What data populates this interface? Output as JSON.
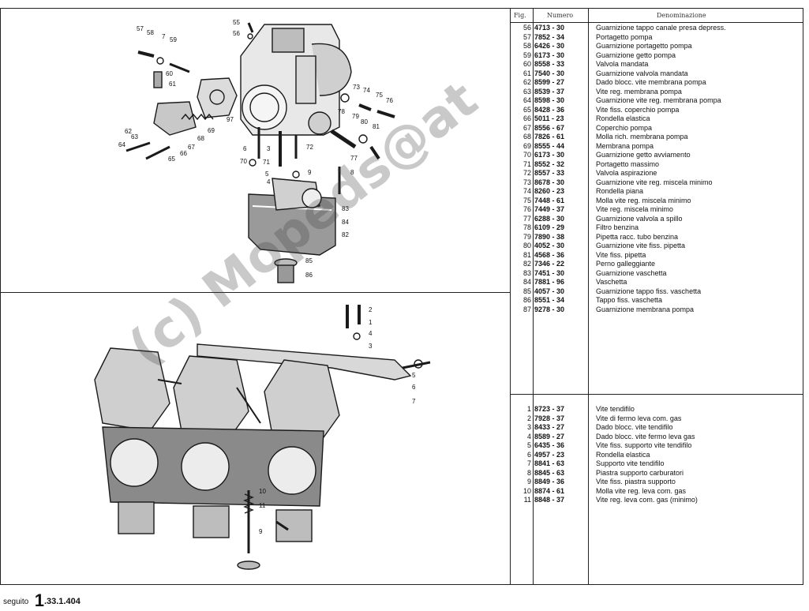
{
  "table": {
    "headers": {
      "fig": "Fig.",
      "numero": "Numero",
      "denominazione": "Denominazione"
    },
    "upper_rows": [
      {
        "fig": "56",
        "num": "4713 - 30",
        "desc": "Guarnizione tappo canale presa depress."
      },
      {
        "fig": "57",
        "num": "7852 - 34",
        "desc": "Portagetto pompa"
      },
      {
        "fig": "58",
        "num": "6426 - 30",
        "desc": "Guarnizione portagetto pompa"
      },
      {
        "fig": "59",
        "num": "6173 - 30",
        "desc": "Guarnizione getto pompa"
      },
      {
        "fig": "60",
        "num": "8558 - 33",
        "desc": "Valvola mandata"
      },
      {
        "fig": "61",
        "num": "7540 - 30",
        "desc": "Guarnizione valvola mandata"
      },
      {
        "fig": "62",
        "num": "8599 - 27",
        "desc": "Dado blocc. vite membrana pompa"
      },
      {
        "fig": "63",
        "num": "8539 - 37",
        "desc": "Vite reg. membrana pompa"
      },
      {
        "fig": "64",
        "num": "8598 - 30",
        "desc": "Guarnizione vite reg. membrana pompa"
      },
      {
        "fig": "65",
        "num": "8428 - 36",
        "desc": "Vite fiss. coperchio pompa"
      },
      {
        "fig": "66",
        "num": "5011 - 23",
        "desc": "Rondella elastica"
      },
      {
        "fig": "67",
        "num": "8556 - 67",
        "desc": "Coperchio pompa"
      },
      {
        "fig": "68",
        "num": "7826 - 61",
        "desc": "Molla rich. membrana pompa"
      },
      {
        "fig": "69",
        "num": "8555 - 44",
        "desc": "Membrana pompa"
      },
      {
        "fig": "70",
        "num": "6173 - 30",
        "desc": "Guarnizione getto avviamento"
      },
      {
        "fig": "71",
        "num": "8552 - 32",
        "desc": "Portagetto massimo"
      },
      {
        "fig": "72",
        "num": "8557 - 33",
        "desc": "Valvola aspirazione"
      },
      {
        "fig": "73",
        "num": "8678 - 30",
        "desc": "Guarnizione vite reg. miscela minimo"
      },
      {
        "fig": "74",
        "num": "8260 - 23",
        "desc": "Rondella piana"
      },
      {
        "fig": "75",
        "num": "7448 - 61",
        "desc": "Molla vite reg. miscela minimo"
      },
      {
        "fig": "76",
        "num": "7449 - 37",
        "desc": "Vite reg. miscela minimo"
      },
      {
        "fig": "77",
        "num": "6288 - 30",
        "desc": "Guarnizione valvola a spillo"
      },
      {
        "fig": "78",
        "num": "6109 - 29",
        "desc": "Filtro benzina"
      },
      {
        "fig": "79",
        "num": "7890 - 38",
        "desc": "Pipetta racc. tubo benzina"
      },
      {
        "fig": "80",
        "num": "4052 - 30",
        "desc": "Guarnizione vite fiss. pipetta"
      },
      {
        "fig": "81",
        "num": "4568 - 36",
        "desc": "Vite fiss. pipetta"
      },
      {
        "fig": "82",
        "num": "7346 - 22",
        "desc": "Perno galleggiante"
      },
      {
        "fig": "83",
        "num": "7451 - 30",
        "desc": "Guarnizione vaschetta"
      },
      {
        "fig": "84",
        "num": "7881 - 96",
        "desc": "Vaschetta"
      },
      {
        "fig": "85",
        "num": "4057 - 30",
        "desc": "Guarnizione tappo fiss. vaschetta"
      },
      {
        "fig": "86",
        "num": "8551 - 34",
        "desc": "Tappo fiss. vaschetta"
      },
      {
        "fig": "87",
        "num": "9278 - 30",
        "desc": "Guarnizione membrana pompa"
      }
    ],
    "lower_rows": [
      {
        "fig": "1",
        "num": "8723 - 37",
        "desc": "Vite tendifilo"
      },
      {
        "fig": "2",
        "num": "7928 - 37",
        "desc": "Vite di fermo leva com. gas"
      },
      {
        "fig": "3",
        "num": "8433 - 27",
        "desc": "Dado blocc. vite tendifilo"
      },
      {
        "fig": "4",
        "num": "8589 - 27",
        "desc": "Dado blocc. vite fermo leva gas"
      },
      {
        "fig": "5",
        "num": "6435 - 36",
        "desc": "Vite fiss. supporto vite tendifilo"
      },
      {
        "fig": "6",
        "num": "4957 - 23",
        "desc": "Rondella elastica"
      },
      {
        "fig": "7",
        "num": "8841 - 63",
        "desc": "Supporto vite tendifilo"
      },
      {
        "fig": "8",
        "num": "8845 - 63",
        "desc": "Piastra supporto carburatori"
      },
      {
        "fig": "9",
        "num": "8849 - 36",
        "desc": "Vite fiss. piastra supporto"
      },
      {
        "fig": "10",
        "num": "8874 - 61",
        "desc": "Molla vite reg. leva com. gas"
      },
      {
        "fig": "11",
        "num": "8848 - 37",
        "desc": "Vite reg. leva com. gas (minimo)"
      }
    ]
  },
  "footer": {
    "seguito": "seguito",
    "section_big": "1",
    "section_code": ".33.1.404"
  },
  "watermark": "(c) Mopeds@at",
  "upper_drawing_labels": [
    "55",
    "56",
    "57",
    "58",
    "7",
    "59",
    "60",
    "61",
    "62",
    "63",
    "64",
    "65",
    "66",
    "67",
    "68",
    "69",
    "97",
    "6",
    "70",
    "3",
    "71",
    "5",
    "72",
    "4",
    "9",
    "73",
    "74",
    "75",
    "76",
    "78",
    "79",
    "80",
    "81",
    "77",
    "8",
    "83",
    "84",
    "82",
    "85",
    "86"
  ],
  "lower_drawing_labels": [
    "2",
    "1",
    "4",
    "3",
    "5",
    "6",
    "7",
    "10",
    "11",
    "9"
  ]
}
